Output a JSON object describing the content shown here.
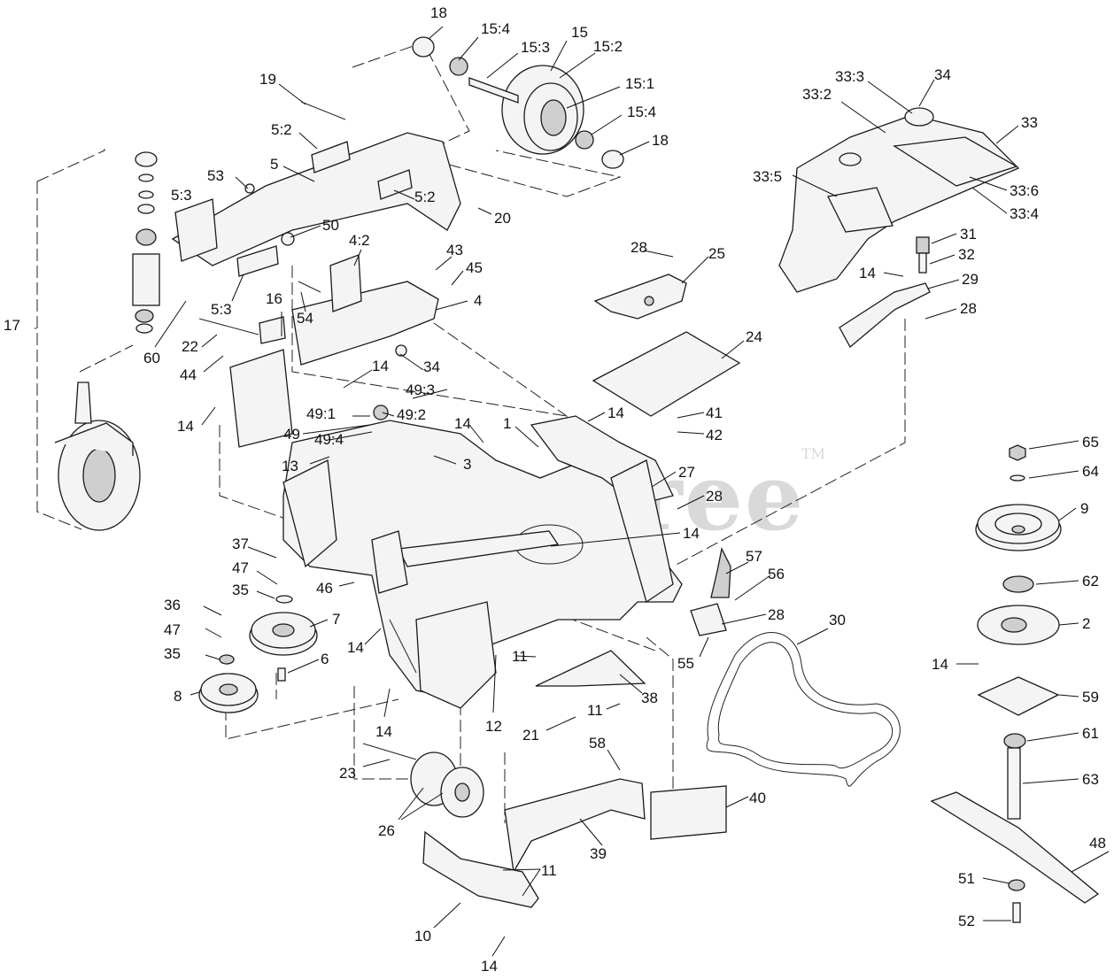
{
  "watermark": {
    "text": "PartsTree",
    "mark": "TM"
  },
  "callouts": [
    {
      "text": "18"
    },
    {
      "text": "15:4"
    },
    {
      "text": "15:3"
    },
    {
      "text": "15"
    },
    {
      "text": "15:2"
    },
    {
      "text": "15:1"
    },
    {
      "text": "15:4"
    },
    {
      "text": "18"
    },
    {
      "text": "19"
    },
    {
      "text": "5:2"
    },
    {
      "text": "5"
    },
    {
      "text": "53"
    },
    {
      "text": "5:3"
    },
    {
      "text": "5:2"
    },
    {
      "text": "20"
    },
    {
      "text": "50"
    },
    {
      "text": "5:3"
    },
    {
      "text": "4:2"
    },
    {
      "text": "43"
    },
    {
      "text": "45"
    },
    {
      "text": "16"
    },
    {
      "text": "54"
    },
    {
      "text": "4"
    },
    {
      "text": "17"
    },
    {
      "text": "60"
    },
    {
      "text": "22"
    },
    {
      "text": "44"
    },
    {
      "text": "14"
    },
    {
      "text": "34"
    },
    {
      "text": "49:3"
    },
    {
      "text": "49:1"
    },
    {
      "text": "49:2"
    },
    {
      "text": "49"
    },
    {
      "text": "49:4"
    },
    {
      "text": "14"
    },
    {
      "text": "14"
    },
    {
      "text": "1"
    },
    {
      "text": "13"
    },
    {
      "text": "3"
    },
    {
      "text": "28"
    },
    {
      "text": "25"
    },
    {
      "text": "24"
    },
    {
      "text": "14"
    },
    {
      "text": "41"
    },
    {
      "text": "42"
    },
    {
      "text": "27"
    },
    {
      "text": "28"
    },
    {
      "text": "14"
    },
    {
      "text": "33:3"
    },
    {
      "text": "34"
    },
    {
      "text": "33:2"
    },
    {
      "text": "33"
    },
    {
      "text": "33:5"
    },
    {
      "text": "33:6"
    },
    {
      "text": "33:4"
    },
    {
      "text": "31"
    },
    {
      "text": "32"
    },
    {
      "text": "14"
    },
    {
      "text": "29"
    },
    {
      "text": "28"
    },
    {
      "text": "65"
    },
    {
      "text": "64"
    },
    {
      "text": "9"
    },
    {
      "text": "62"
    },
    {
      "text": "2"
    },
    {
      "text": "14"
    },
    {
      "text": "59"
    },
    {
      "text": "61"
    },
    {
      "text": "63"
    },
    {
      "text": "48"
    },
    {
      "text": "51"
    },
    {
      "text": "52"
    },
    {
      "text": "37"
    },
    {
      "text": "47"
    },
    {
      "text": "35"
    },
    {
      "text": "46"
    },
    {
      "text": "36"
    },
    {
      "text": "7"
    },
    {
      "text": "47"
    },
    {
      "text": "35"
    },
    {
      "text": "6"
    },
    {
      "text": "8"
    },
    {
      "text": "14"
    },
    {
      "text": "14"
    },
    {
      "text": "11"
    },
    {
      "text": "12"
    },
    {
      "text": "11"
    },
    {
      "text": "38"
    },
    {
      "text": "21"
    },
    {
      "text": "57"
    },
    {
      "text": "56"
    },
    {
      "text": "28"
    },
    {
      "text": "55"
    },
    {
      "text": "30"
    },
    {
      "text": "58"
    },
    {
      "text": "23"
    },
    {
      "text": "26"
    },
    {
      "text": "40"
    },
    {
      "text": "39"
    },
    {
      "text": "11"
    },
    {
      "text": "10"
    },
    {
      "text": "14"
    }
  ]
}
